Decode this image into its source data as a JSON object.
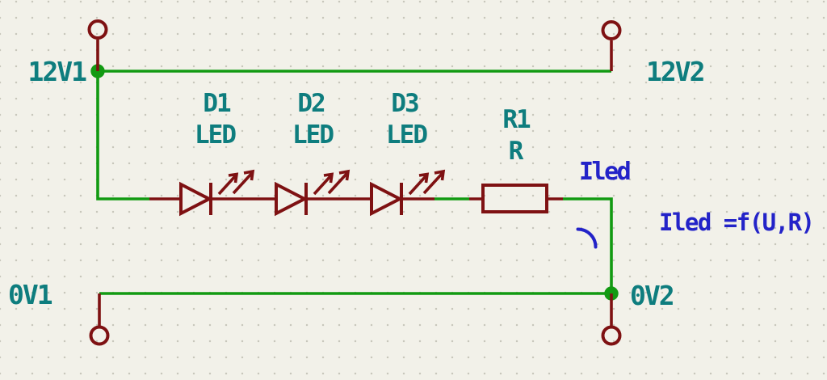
{
  "colors": {
    "background": "#f2f1e9",
    "wire": "#129a12",
    "symbol": "#7e1112",
    "label": "#0e7d7e",
    "note": "#2323c8"
  },
  "ports": {
    "p12v1": "12V1",
    "p12v2": "12V2",
    "p0v1": "0V1",
    "p0v2": "0V2"
  },
  "components": {
    "d1": {
      "ref": "D1",
      "value": "LED"
    },
    "d2": {
      "ref": "D2",
      "value": "LED"
    },
    "d3": {
      "ref": "D3",
      "value": "LED"
    },
    "r1": {
      "ref": "R1",
      "value": "R"
    }
  },
  "annotations": {
    "wire_label": "Iled",
    "formula": "Iled =f(U,R)"
  }
}
